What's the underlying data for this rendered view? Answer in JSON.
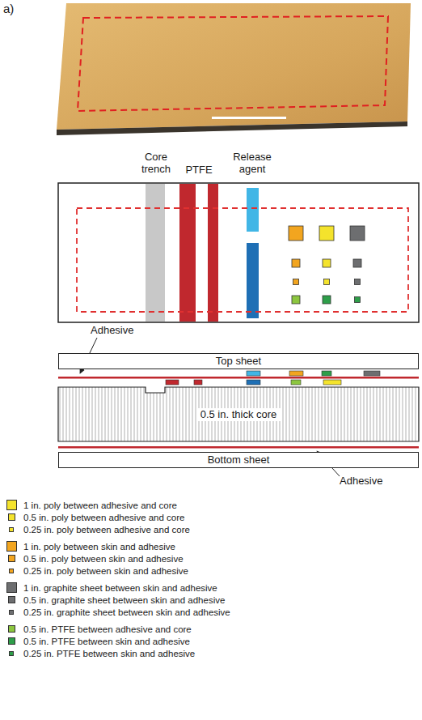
{
  "diagram": {
    "nodes": [
      {
        "text": [
          "Top sheet"
        ]
      },
      {
        "text": [
          "0.5 in. thick core"
        ]
      },
      {
        "text": [
          "Bottom sheet"
        ]
      }
    ],
    "labels": [
      "a)",
      "Core trench",
      "PTFE",
      "Release agent",
      "Adhesive",
      "Adhesive"
    ],
    "legend": [
      {
        "text": "1 in. poly between adhesive and core",
        "color": "#f4e32c"
      },
      {
        "text": "0.5 in. poly between adhesive and core",
        "color": "#f4e32c"
      },
      {
        "text": "0.25 in. poly between adhesive and core",
        "color": "#f4e32c"
      },
      {
        "text": "1 in. poly between skin and adhesive",
        "color": "#f2a51f"
      },
      {
        "text": "0.5 in. poly between skin and adhesive",
        "color": "#f2a51f"
      },
      {
        "text": "0.25 in. poly between skin and adhesive",
        "color": "#f2a51f"
      },
      {
        "text": "1 in. graphite sheet between skin and adhesive",
        "color": "#6d6e70"
      },
      {
        "text": "0.5 in. graphite sheet between skin and adhesive",
        "color": "#6d6e70"
      },
      {
        "text": "0.25 in. graphite sheet between skin and adhesive",
        "color": "#6d6e70"
      },
      {
        "text": "0.5 in. PTFE between adhesive and core",
        "color": "#8cc63f"
      },
      {
        "text": "0.5 in. PTFE between skin and adhesive",
        "color": "#2e9e49"
      },
      {
        "text": "0.25 in. PTFE between skin and adhesive",
        "color": "#2e9e49"
      }
    ]
  }
}
